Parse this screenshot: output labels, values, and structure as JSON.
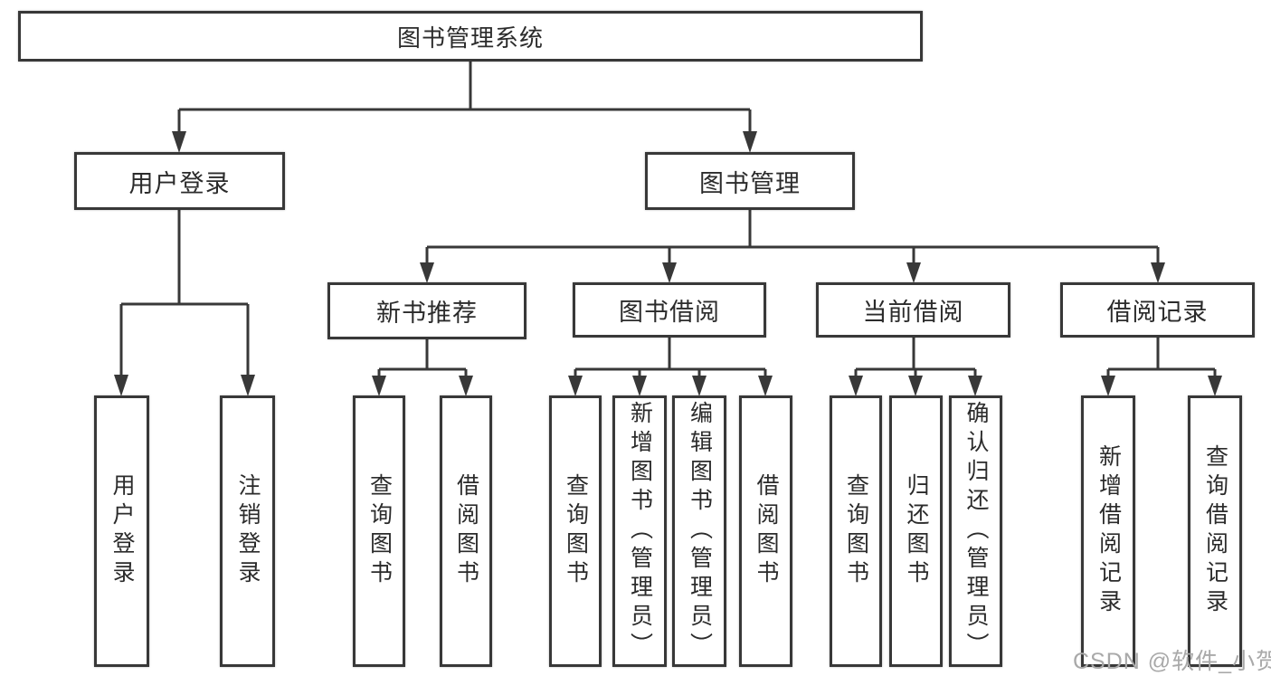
{
  "tree": {
    "label": "图书管理系统",
    "children": [
      {
        "label": "用户登录",
        "children": [
          {
            "label": "用户登录"
          },
          {
            "label": "注销登录"
          }
        ]
      },
      {
        "label": "图书管理",
        "children": [
          {
            "label": "新书推荐",
            "children": [
              {
                "label": "查询图书"
              },
              {
                "label": "借阅图书"
              }
            ]
          },
          {
            "label": "图书借阅",
            "children": [
              {
                "label": "查询图书"
              },
              {
                "label": "新增图书（管理员）"
              },
              {
                "label": "编辑图书（管理员）"
              },
              {
                "label": "借阅图书"
              }
            ]
          },
          {
            "label": "当前借阅",
            "children": [
              {
                "label": "查询图书"
              },
              {
                "label": "归还图书"
              },
              {
                "label": "确认归还（管理员）"
              }
            ]
          },
          {
            "label": "借阅记录",
            "children": [
              {
                "label": "新增借阅记录"
              },
              {
                "label": "查询借阅记录"
              }
            ]
          }
        ]
      }
    ]
  },
  "watermark": {
    "text": "CSDN @软件_小贺同学"
  },
  "colors": {
    "line": "#383838",
    "node_text": "#2b2b2b",
    "watermark": "#a9a9a9"
  }
}
